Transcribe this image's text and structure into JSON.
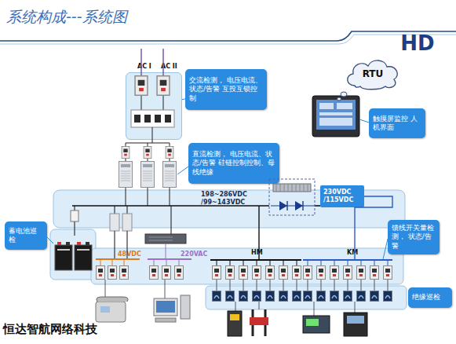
{
  "diagram": {
    "title": "系统构成---系统图",
    "nodes": [
      {
        "text": [
          "AC I",
          "AC II"
        ]
      },
      {
        "text": [
          "交流检测， 电压电流、状态/告警 互投互锁控制"
        ]
      },
      {
        "text": [
          "RTU"
        ]
      },
      {
        "text": [
          "触摸屏监控 人机界面"
        ]
      },
      {
        "text": [
          "直流检测， 电压电流、状态/告警 硅链控制控制、母线绝缘"
        ]
      },
      {
        "text": [
          "230VDC /115VDC"
        ]
      },
      {
        "text": [
          "蓄电池巡检"
        ]
      },
      {
        "text": [
          "馈线开关量检测， 状态/告警"
        ]
      },
      {
        "text": [
          "绝缘巡检"
        ]
      }
    ],
    "edges": [
      {
        "from": 1,
        "to": 0,
        "arrow": "none"
      }
    ],
    "labels": [
      "HD",
      "198~286VDC /99~143VDC",
      "48VDC",
      "220VAC",
      "HM",
      "KM",
      "恒达智航网络科技"
    ]
  }
}
